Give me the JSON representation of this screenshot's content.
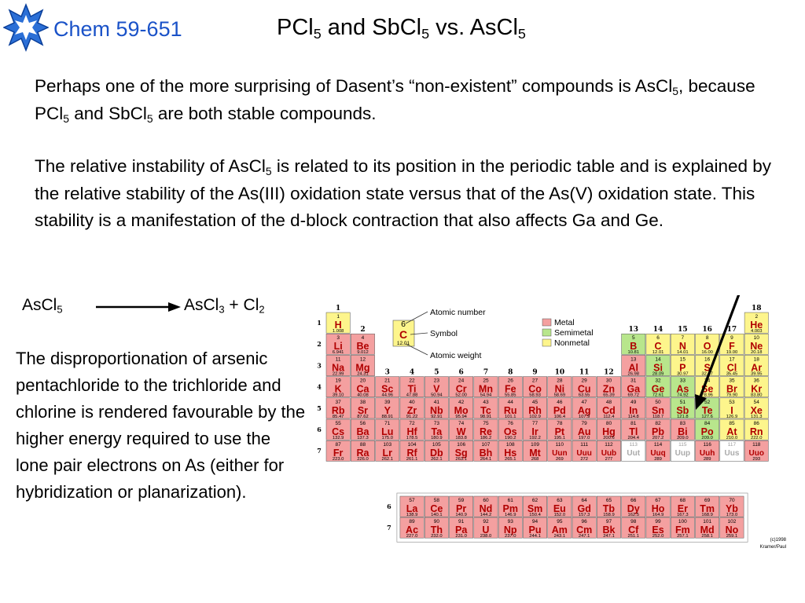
{
  "header": {
    "course": "Chem 59-651",
    "title_parts": [
      "PCl",
      "5",
      " and SbCl",
      "5",
      " vs. AsCl",
      "5"
    ]
  },
  "paragraph1": {
    "parts": [
      "Perhaps one of the more surprising of Dasent’s “non-existent” compounds is AsCl",
      "5",
      ", because PCl",
      "5",
      " and SbCl",
      "5",
      " are both stable compounds."
    ]
  },
  "paragraph2": {
    "parts": [
      "The relative instability of AsCl",
      "5",
      " is related to its position in the periodic table and is explained by the relative stability of the As(III) oxidation state versus that of the As(V) oxidation state.  This stability is a manifestation of the d-block contraction that also affects Ga and Ge."
    ]
  },
  "reaction": {
    "lhs": [
      "AsCl",
      "5"
    ],
    "rhs": [
      "AsCl",
      "3",
      " + Cl",
      "2"
    ]
  },
  "paragraph3": "The disproportionation of arsenic pentachloride to the trichloride and chlorine is rendered favourable by the higher energy required to use the lone pair electrons on As (either for hybridization or planarization).",
  "periodic_table": {
    "legend": {
      "atomic_number": "Atomic number",
      "symbol": "Symbol",
      "atomic_weight": "Atomic weight",
      "metal": "Metal",
      "semimetal": "Semimetal",
      "nonmetal": "Nonmetal",
      "sample_number": "6",
      "sample_symbol": "C",
      "sample_weight": "12.01"
    },
    "colors": {
      "metal": "#f4a0a0",
      "semimetal": "#b8e68c",
      "nonmetal": "#fdf58c",
      "synthetic": "#ffffff"
    },
    "group_labels": [
      "1",
      "2",
      "3",
      "4",
      "5",
      "6",
      "7",
      "8",
      "9",
      "10",
      "11",
      "12",
      "13",
      "14",
      "15",
      "16",
      "17",
      "18"
    ],
    "period_labels": [
      "1",
      "2",
      "3",
      "4",
      "5",
      "6",
      "7"
    ],
    "series_labels": [
      "6",
      "7"
    ],
    "copyright": [
      "(c)1998",
      "Kramer/Paul"
    ],
    "elements": [
      {
        "n": "1",
        "s": "H",
        "w": "1.008",
        "r": 1,
        "c": 1,
        "t": "nonmetal"
      },
      {
        "n": "2",
        "s": "He",
        "w": "4.003",
        "r": 1,
        "c": 18,
        "t": "nonmetal"
      },
      {
        "n": "3",
        "s": "Li",
        "w": "6.941",
        "r": 2,
        "c": 1,
        "t": "metal"
      },
      {
        "n": "4",
        "s": "Be",
        "w": "9.012",
        "r": 2,
        "c": 2,
        "t": "metal"
      },
      {
        "n": "5",
        "s": "B",
        "w": "10.81",
        "r": 2,
        "c": 13,
        "t": "semimetal"
      },
      {
        "n": "6",
        "s": "C",
        "w": "12.01",
        "r": 2,
        "c": 14,
        "t": "nonmetal"
      },
      {
        "n": "7",
        "s": "N",
        "w": "14.01",
        "r": 2,
        "c": 15,
        "t": "nonmetal"
      },
      {
        "n": "8",
        "s": "O",
        "w": "16.00",
        "r": 2,
        "c": 16,
        "t": "nonmetal"
      },
      {
        "n": "9",
        "s": "F",
        "w": "19.00",
        "r": 2,
        "c": 17,
        "t": "nonmetal"
      },
      {
        "n": "10",
        "s": "Ne",
        "w": "20.18",
        "r": 2,
        "c": 18,
        "t": "nonmetal"
      },
      {
        "n": "11",
        "s": "Na",
        "w": "22.99",
        "r": 3,
        "c": 1,
        "t": "metal"
      },
      {
        "n": "12",
        "s": "Mg",
        "w": "24.31",
        "r": 3,
        "c": 2,
        "t": "metal"
      },
      {
        "n": "13",
        "s": "Al",
        "w": "26.98",
        "r": 3,
        "c": 13,
        "t": "metal"
      },
      {
        "n": "14",
        "s": "Si",
        "w": "28.09",
        "r": 3,
        "c": 14,
        "t": "semimetal"
      },
      {
        "n": "15",
        "s": "P",
        "w": "30.97",
        "r": 3,
        "c": 15,
        "t": "nonmetal"
      },
      {
        "n": "16",
        "s": "S",
        "w": "32.07",
        "r": 3,
        "c": 16,
        "t": "nonmetal"
      },
      {
        "n": "17",
        "s": "Cl",
        "w": "35.45",
        "r": 3,
        "c": 17,
        "t": "nonmetal"
      },
      {
        "n": "18",
        "s": "Ar",
        "w": "39.95",
        "r": 3,
        "c": 18,
        "t": "nonmetal"
      },
      {
        "n": "19",
        "s": "K",
        "w": "39.10",
        "r": 4,
        "c": 1,
        "t": "metal"
      },
      {
        "n": "20",
        "s": "Ca",
        "w": "40.08",
        "r": 4,
        "c": 2,
        "t": "metal"
      },
      {
        "n": "21",
        "s": "Sc",
        "w": "44.96",
        "r": 4,
        "c": 3,
        "t": "metal"
      },
      {
        "n": "22",
        "s": "Ti",
        "w": "47.88",
        "r": 4,
        "c": 4,
        "t": "metal"
      },
      {
        "n": "23",
        "s": "V",
        "w": "50.94",
        "r": 4,
        "c": 5,
        "t": "metal"
      },
      {
        "n": "24",
        "s": "Cr",
        "w": "52.00",
        "r": 4,
        "c": 6,
        "t": "metal"
      },
      {
        "n": "25",
        "s": "Mn",
        "w": "54.94",
        "r": 4,
        "c": 7,
        "t": "metal"
      },
      {
        "n": "26",
        "s": "Fe",
        "w": "55.85",
        "r": 4,
        "c": 8,
        "t": "metal"
      },
      {
        "n": "27",
        "s": "Co",
        "w": "58.93",
        "r": 4,
        "c": 9,
        "t": "metal"
      },
      {
        "n": "28",
        "s": "Ni",
        "w": "58.69",
        "r": 4,
        "c": 10,
        "t": "metal"
      },
      {
        "n": "29",
        "s": "Cu",
        "w": "63.55",
        "r": 4,
        "c": 11,
        "t": "metal"
      },
      {
        "n": "30",
        "s": "Zn",
        "w": "65.39",
        "r": 4,
        "c": 12,
        "t": "metal"
      },
      {
        "n": "31",
        "s": "Ga",
        "w": "69.72",
        "r": 4,
        "c": 13,
        "t": "metal"
      },
      {
        "n": "32",
        "s": "Ge",
        "w": "72.61",
        "r": 4,
        "c": 14,
        "t": "semimetal"
      },
      {
        "n": "33",
        "s": "As",
        "w": "74.92",
        "r": 4,
        "c": 15,
        "t": "semimetal"
      },
      {
        "n": "34",
        "s": "Se",
        "w": "78.96",
        "r": 4,
        "c": 16,
        "t": "nonmetal"
      },
      {
        "n": "35",
        "s": "Br",
        "w": "79.90",
        "r": 4,
        "c": 17,
        "t": "nonmetal"
      },
      {
        "n": "36",
        "s": "Kr",
        "w": "83.80",
        "r": 4,
        "c": 18,
        "t": "nonmetal"
      },
      {
        "n": "37",
        "s": "Rb",
        "w": "85.47",
        "r": 5,
        "c": 1,
        "t": "metal"
      },
      {
        "n": "38",
        "s": "Sr",
        "w": "87.62",
        "r": 5,
        "c": 2,
        "t": "metal"
      },
      {
        "n": "39",
        "s": "Y",
        "w": "88.91",
        "r": 5,
        "c": 3,
        "t": "metal"
      },
      {
        "n": "40",
        "s": "Zr",
        "w": "91.22",
        "r": 5,
        "c": 4,
        "t": "metal"
      },
      {
        "n": "41",
        "s": "Nb",
        "w": "92.91",
        "r": 5,
        "c": 5,
        "t": "metal"
      },
      {
        "n": "42",
        "s": "Mo",
        "w": "95.94",
        "r": 5,
        "c": 6,
        "t": "metal"
      },
      {
        "n": "43",
        "s": "Tc",
        "w": "98.91",
        "r": 5,
        "c": 7,
        "t": "metal"
      },
      {
        "n": "44",
        "s": "Ru",
        "w": "101.1",
        "r": 5,
        "c": 8,
        "t": "metal"
      },
      {
        "n": "45",
        "s": "Rh",
        "w": "102.9",
        "r": 5,
        "c": 9,
        "t": "metal"
      },
      {
        "n": "46",
        "s": "Pd",
        "w": "106.4",
        "r": 5,
        "c": 10,
        "t": "metal"
      },
      {
        "n": "47",
        "s": "Ag",
        "w": "107.9",
        "r": 5,
        "c": 11,
        "t": "metal"
      },
      {
        "n": "48",
        "s": "Cd",
        "w": "112.4",
        "r": 5,
        "c": 12,
        "t": "metal"
      },
      {
        "n": "49",
        "s": "In",
        "w": "114.8",
        "r": 5,
        "c": 13,
        "t": "metal"
      },
      {
        "n": "50",
        "s": "Sn",
        "w": "118.7",
        "r": 5,
        "c": 14,
        "t": "metal"
      },
      {
        "n": "51",
        "s": "Sb",
        "w": "121.8",
        "r": 5,
        "c": 15,
        "t": "semimetal"
      },
      {
        "n": "52",
        "s": "Te",
        "w": "127.6",
        "r": 5,
        "c": 16,
        "t": "semimetal"
      },
      {
        "n": "53",
        "s": "I",
        "w": "126.9",
        "r": 5,
        "c": 17,
        "t": "nonmetal"
      },
      {
        "n": "54",
        "s": "Xe",
        "w": "131.3",
        "r": 5,
        "c": 18,
        "t": "nonmetal"
      },
      {
        "n": "55",
        "s": "Cs",
        "w": "132.9",
        "r": 6,
        "c": 1,
        "t": "metal"
      },
      {
        "n": "56",
        "s": "Ba",
        "w": "137.3",
        "r": 6,
        "c": 2,
        "t": "metal"
      },
      {
        "n": "71",
        "s": "Lu",
        "w": "175.0",
        "r": 6,
        "c": 3,
        "t": "metal"
      },
      {
        "n": "72",
        "s": "Hf",
        "w": "178.5",
        "r": 6,
        "c": 4,
        "t": "metal"
      },
      {
        "n": "73",
        "s": "Ta",
        "w": "180.9",
        "r": 6,
        "c": 5,
        "t": "metal"
      },
      {
        "n": "74",
        "s": "W",
        "w": "183.8",
        "r": 6,
        "c": 6,
        "t": "metal"
      },
      {
        "n": "75",
        "s": "Re",
        "w": "186.2",
        "r": 6,
        "c": 7,
        "t": "metal"
      },
      {
        "n": "76",
        "s": "Os",
        "w": "190.2",
        "r": 6,
        "c": 8,
        "t": "metal"
      },
      {
        "n": "77",
        "s": "Ir",
        "w": "192.2",
        "r": 6,
        "c": 9,
        "t": "metal"
      },
      {
        "n": "78",
        "s": "Pt",
        "w": "195.1",
        "r": 6,
        "c": 10,
        "t": "metal"
      },
      {
        "n": "79",
        "s": "Au",
        "w": "197.0",
        "r": 6,
        "c": 11,
        "t": "metal"
      },
      {
        "n": "80",
        "s": "Hg",
        "w": "200.6",
        "r": 6,
        "c": 12,
        "t": "metal"
      },
      {
        "n": "81",
        "s": "Tl",
        "w": "204.4",
        "r": 6,
        "c": 13,
        "t": "metal"
      },
      {
        "n": "82",
        "s": "Pb",
        "w": "207.2",
        "r": 6,
        "c": 14,
        "t": "metal"
      },
      {
        "n": "83",
        "s": "Bi",
        "w": "209.0",
        "r": 6,
        "c": 15,
        "t": "metal"
      },
      {
        "n": "84",
        "s": "Po",
        "w": "209.0",
        "r": 6,
        "c": 16,
        "t": "semimetal"
      },
      {
        "n": "85",
        "s": "At",
        "w": "210.0",
        "r": 6,
        "c": 17,
        "t": "nonmetal"
      },
      {
        "n": "86",
        "s": "Rn",
        "w": "222.0",
        "r": 6,
        "c": 18,
        "t": "nonmetal"
      },
      {
        "n": "87",
        "s": "Fr",
        "w": "223.0",
        "r": 7,
        "c": 1,
        "t": "metal"
      },
      {
        "n": "88",
        "s": "Ra",
        "w": "226.0",
        "r": 7,
        "c": 2,
        "t": "metal"
      },
      {
        "n": "103",
        "s": "Lr",
        "w": "262.1",
        "r": 7,
        "c": 3,
        "t": "metal"
      },
      {
        "n": "104",
        "s": "Rf",
        "w": "261.1",
        "r": 7,
        "c": 4,
        "t": "metal"
      },
      {
        "n": "105",
        "s": "Db",
        "w": "262.1",
        "r": 7,
        "c": 5,
        "t": "metal"
      },
      {
        "n": "106",
        "s": "Sg",
        "w": "263.1",
        "r": 7,
        "c": 6,
        "t": "metal"
      },
      {
        "n": "107",
        "s": "Bh",
        "w": "264.1",
        "r": 7,
        "c": 7,
        "t": "metal"
      },
      {
        "n": "108",
        "s": "Hs",
        "w": "265.1",
        "r": 7,
        "c": 8,
        "t": "metal"
      },
      {
        "n": "109",
        "s": "Mt",
        "w": "268",
        "r": 7,
        "c": 9,
        "t": "metal"
      },
      {
        "n": "110",
        "s": "Uun",
        "w": "269",
        "r": 7,
        "c": 10,
        "t": "metal"
      },
      {
        "n": "111",
        "s": "Uuu",
        "w": "272",
        "r": 7,
        "c": 11,
        "t": "metal"
      },
      {
        "n": "112",
        "s": "Uub",
        "w": "277",
        "r": 7,
        "c": 12,
        "t": "metal"
      },
      {
        "n": "113",
        "s": "Uut",
        "w": "",
        "r": 7,
        "c": 13,
        "t": "synthetic"
      },
      {
        "n": "114",
        "s": "Uuq",
        "w": "289",
        "r": 7,
        "c": 14,
        "t": "metal"
      },
      {
        "n": "115",
        "s": "Uup",
        "w": "",
        "r": 7,
        "c": 15,
        "t": "synthetic"
      },
      {
        "n": "116",
        "s": "Uuh",
        "w": "289",
        "r": 7,
        "c": 16,
        "t": "metal"
      },
      {
        "n": "117",
        "s": "Uus",
        "w": "",
        "r": 7,
        "c": 17,
        "t": "synthetic"
      },
      {
        "n": "118",
        "s": "Uuo",
        "w": "293",
        "r": 7,
        "c": 18,
        "t": "metal"
      },
      {
        "n": "57",
        "s": "La",
        "w": "138.9",
        "r": 8,
        "c": 4,
        "t": "metal"
      },
      {
        "n": "58",
        "s": "Ce",
        "w": "140.1",
        "r": 8,
        "c": 5,
        "t": "metal"
      },
      {
        "n": "59",
        "s": "Pr",
        "w": "140.9",
        "r": 8,
        "c": 6,
        "t": "metal"
      },
      {
        "n": "60",
        "s": "Nd",
        "w": "144.2",
        "r": 8,
        "c": 7,
        "t": "metal"
      },
      {
        "n": "61",
        "s": "Pm",
        "w": "146.9",
        "r": 8,
        "c": 8,
        "t": "metal"
      },
      {
        "n": "62",
        "s": "Sm",
        "w": "150.4",
        "r": 8,
        "c": 9,
        "t": "metal"
      },
      {
        "n": "63",
        "s": "Eu",
        "w": "152.0",
        "r": 8,
        "c": 10,
        "t": "metal"
      },
      {
        "n": "64",
        "s": "Gd",
        "w": "157.3",
        "r": 8,
        "c": 11,
        "t": "metal"
      },
      {
        "n": "65",
        "s": "Tb",
        "w": "158.9",
        "r": 8,
        "c": 12,
        "t": "metal"
      },
      {
        "n": "66",
        "s": "Dy",
        "w": "162.5",
        "r": 8,
        "c": 13,
        "t": "metal"
      },
      {
        "n": "67",
        "s": "Ho",
        "w": "164.9",
        "r": 8,
        "c": 14,
        "t": "metal"
      },
      {
        "n": "68",
        "s": "Er",
        "w": "167.3",
        "r": 8,
        "c": 15,
        "t": "metal"
      },
      {
        "n": "69",
        "s": "Tm",
        "w": "168.9",
        "r": 8,
        "c": 16,
        "t": "metal"
      },
      {
        "n": "70",
        "s": "Yb",
        "w": "173.0",
        "r": 8,
        "c": 17,
        "t": "metal"
      },
      {
        "n": "89",
        "s": "Ac",
        "w": "227.0",
        "r": 9,
        "c": 4,
        "t": "metal"
      },
      {
        "n": "90",
        "s": "Th",
        "w": "232.0",
        "r": 9,
        "c": 5,
        "t": "metal"
      },
      {
        "n": "91",
        "s": "Pa",
        "w": "231.0",
        "r": 9,
        "c": 6,
        "t": "metal"
      },
      {
        "n": "92",
        "s": "U",
        "w": "238.0",
        "r": 9,
        "c": 7,
        "t": "metal"
      },
      {
        "n": "93",
        "s": "Np",
        "w": "237.0",
        "r": 9,
        "c": 8,
        "t": "metal"
      },
      {
        "n": "94",
        "s": "Pu",
        "w": "244.1",
        "r": 9,
        "c": 9,
        "t": "metal"
      },
      {
        "n": "95",
        "s": "Am",
        "w": "243.1",
        "r": 9,
        "c": 10,
        "t": "metal"
      },
      {
        "n": "96",
        "s": "Cm",
        "w": "247.1",
        "r": 9,
        "c": 11,
        "t": "metal"
      },
      {
        "n": "97",
        "s": "Bk",
        "w": "247.1",
        "r": 9,
        "c": 12,
        "t": "metal"
      },
      {
        "n": "98",
        "s": "Cf",
        "w": "251.1",
        "r": 9,
        "c": 13,
        "t": "metal"
      },
      {
        "n": "99",
        "s": "Es",
        "w": "252.0",
        "r": 9,
        "c": 14,
        "t": "metal"
      },
      {
        "n": "100",
        "s": "Fm",
        "w": "257.1",
        "r": 9,
        "c": 15,
        "t": "metal"
      },
      {
        "n": "101",
        "s": "Md",
        "w": "258.1",
        "r": 9,
        "c": 16,
        "t": "metal"
      },
      {
        "n": "102",
        "s": "No",
        "w": "259.1",
        "r": 9,
        "c": 17,
        "t": "metal"
      }
    ]
  }
}
